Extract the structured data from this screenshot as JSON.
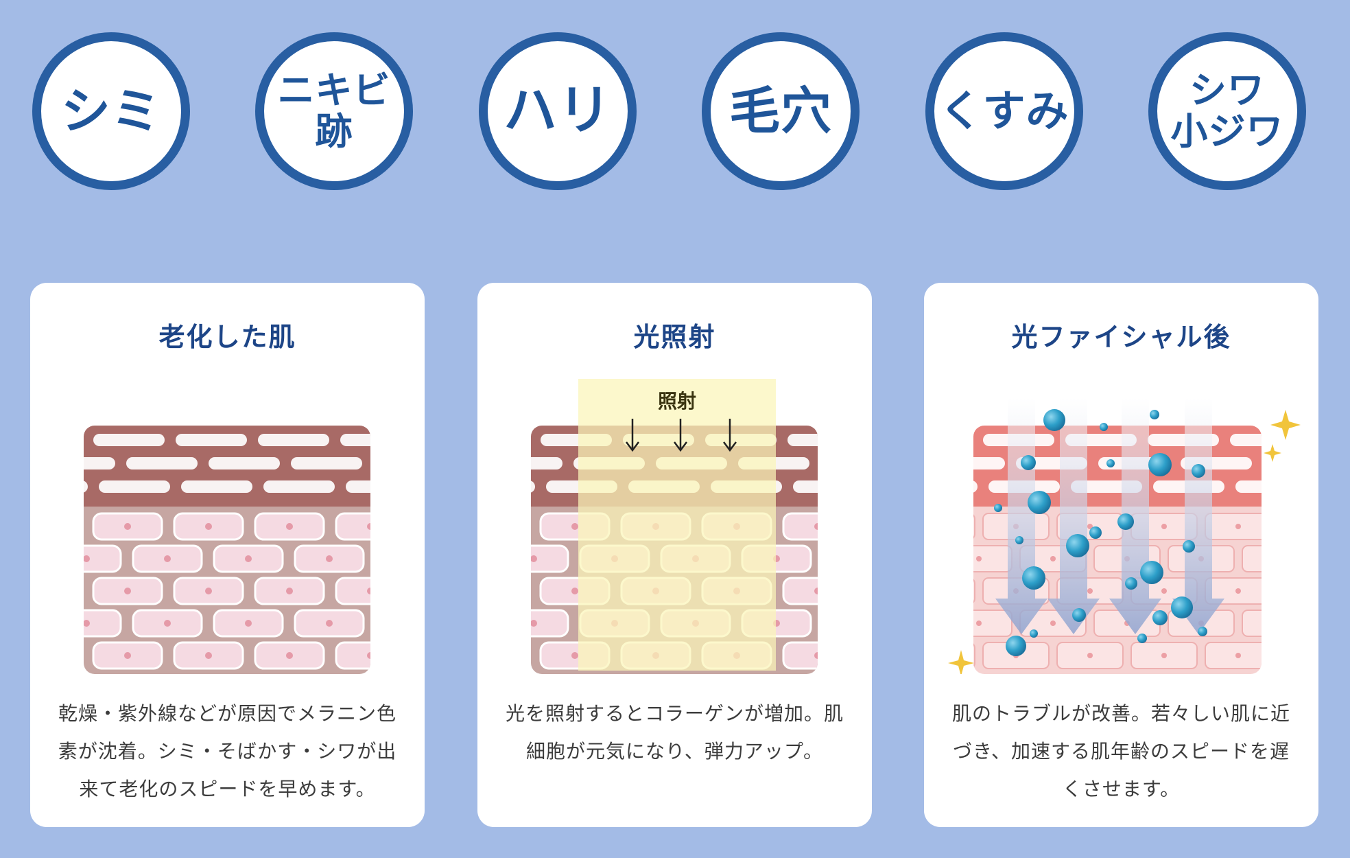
{
  "concerns": [
    {
      "lines": [
        "シミ"
      ]
    },
    {
      "lines": [
        "ニキビ",
        "跡"
      ]
    },
    {
      "lines": [
        "ハリ"
      ]
    },
    {
      "lines": [
        "毛穴"
      ]
    },
    {
      "lines": [
        "くすみ"
      ]
    },
    {
      "lines": [
        "シワ",
        "小ジワ"
      ]
    }
  ],
  "cards": [
    {
      "title": "老化した肌",
      "description": [
        "乾燥・紫外線などが原因でメラニン色",
        "素が沈着。シミ・そばかす・シワが出",
        "来て老化のスピードを早めます。"
      ]
    },
    {
      "title": "光照射",
      "irradiation_label": "照射",
      "description": [
        "光を照射するとコラーゲンが増加。肌",
        "細胞が元気になり、弾力アップ。"
      ]
    },
    {
      "title": "光ファイシャル後",
      "description": [
        "肌のトラブルが改善。若々しい肌に近",
        "づき、加速する肌年齢のスピードを遅",
        "くさせます。"
      ]
    }
  ],
  "colors": {
    "page_background": "#a3bbe6",
    "circle_border": "#285ea2",
    "circle_text": "#1f5599",
    "card_title": "#1d4587",
    "description_text": "#3c3c3c",
    "aged_top_layer": "#a86a66",
    "aged_bottom_layer": "#c6a6a2",
    "healthy_top_layer": "#e9817c",
    "healthy_bottom_layer": "#f6d3d2",
    "cell": "#f5dae2",
    "irradiation_highlight": "#fbf5b8",
    "water_drop": "#2d9fc9",
    "sparkle": "#f1c43b"
  },
  "icons": {
    "arrow": "down-arrow-icon",
    "drop": "water-drop-icon",
    "sparkle": "sparkle-icon"
  }
}
